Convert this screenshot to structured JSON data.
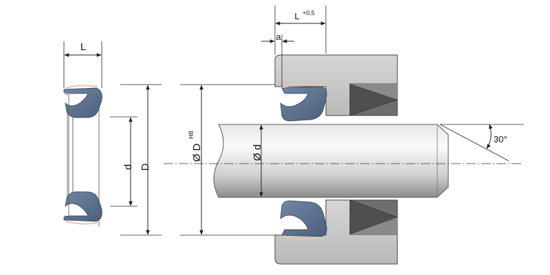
{
  "drawing": {
    "label_L": "L",
    "label_d": "d",
    "label_D": "D",
    "label_L_top": "L",
    "label_L_top_tol": "+0.5",
    "label_a": "a",
    "label_phiD": "Ø D",
    "label_phiD_tol": "H8",
    "label_phid": "Ø d",
    "label_angle": "30°"
  },
  "colors": {
    "seal": "#5f7390",
    "housing": "#c8c8c8",
    "housing_dark": "#6e6e6e"
  }
}
